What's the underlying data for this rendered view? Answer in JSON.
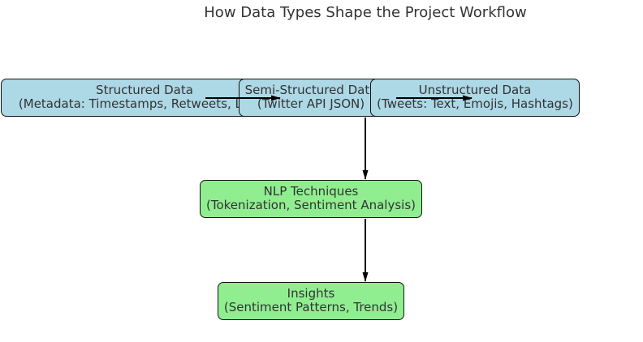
{
  "title": "How Data Types Shape the Project Workflow",
  "nodes": {
    "structured": {
      "line1": "Structured Data",
      "line2": "(Metadata: Timestamps, Retweets, Likes)"
    },
    "semi_structured": {
      "line1": "Semi-Structured Data",
      "line2": "(Twitter API JSON)"
    },
    "unstructured": {
      "line1": "Unstructured Data",
      "line2": "(Tweets: Text, Emojis, Hashtags)"
    },
    "nlp": {
      "line1": "NLP Techniques",
      "line2": "(Tokenization, Sentiment Analysis)"
    },
    "insights": {
      "line1": "Insights",
      "line2": "(Sentiment Patterns, Trends)"
    }
  },
  "colors": {
    "data_node_fill": "#add8e6",
    "process_node_fill": "#90ee90",
    "edge": "#000000"
  }
}
